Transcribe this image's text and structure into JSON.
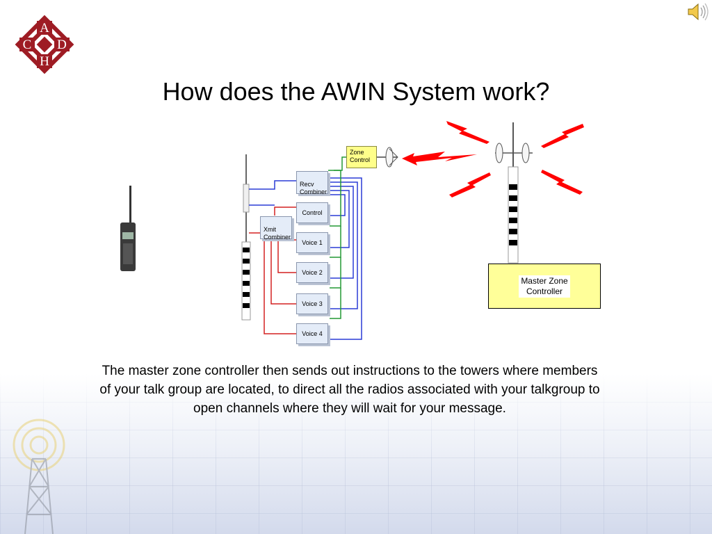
{
  "slide": {
    "title": "How does the AWIN System work?",
    "body": "The master zone controller then sends out instructions to the towers where members of your talk group are located, to direct all the radios associated with your talkgroup to open channels where they will wait for your message."
  },
  "logo": {
    "letters": [
      "A",
      "C",
      "D",
      "H"
    ]
  },
  "diagram": {
    "zone_control": "Zone\nControl",
    "recv_combiner": "Recv\nCombiner",
    "xmit_combiner": "Xmit\nCombiner",
    "control": "Control",
    "voice1": "Voice 1",
    "voice2": "Voice 2",
    "voice3": "Voice 3",
    "voice4": "Voice 4",
    "master_zone_controller": "Master Zone\nController"
  },
  "colors": {
    "logo_red": "#9e1c24",
    "signal_red": "#ff0000",
    "wire_blue": "#2a3bd6",
    "wire_red": "#d42020",
    "wire_green": "#229933",
    "zone_yellow": "#ffff8a",
    "mzc_yellow": "#ffff99"
  }
}
